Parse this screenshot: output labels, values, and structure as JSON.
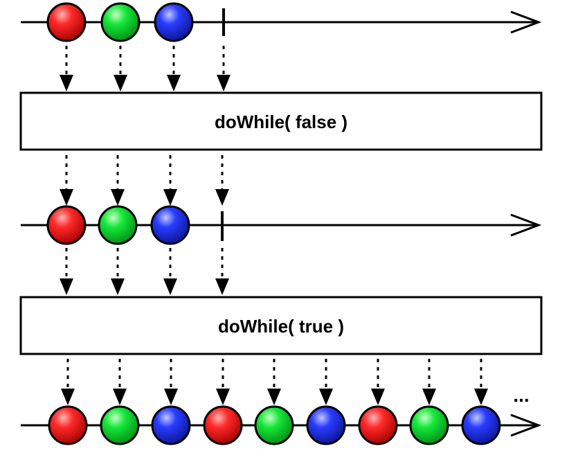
{
  "colors": {
    "red": "#e3000f",
    "green": "#00c81e",
    "blue": "#1a2fd6",
    "stroke": "#000000",
    "background": "#ffffff"
  },
  "sequence_colors": [
    "red",
    "green",
    "blue"
  ],
  "timelines": [
    {
      "id": "source",
      "marbles": 3,
      "completes": true
    },
    {
      "id": "dowhile-false-output",
      "marbles": 3,
      "completes": true
    },
    {
      "id": "dowhile-true-output",
      "marbles": 9,
      "completes": false,
      "continuation": "..."
    }
  ],
  "operators": [
    {
      "id": "dowhile-false",
      "label": "doWhile( false )"
    },
    {
      "id": "dowhile-true",
      "label": "doWhile( true )"
    }
  ]
}
